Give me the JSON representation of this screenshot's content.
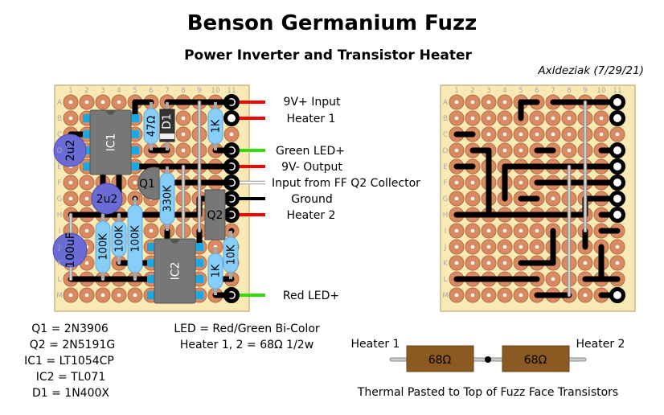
{
  "title": "Benson Germanium Fuzz",
  "subtitle": "Power Inverter and Transistor Heater",
  "author": "Axldeziak (7/29/21)",
  "grid": {
    "columns": [
      "1",
      "2",
      "3",
      "4",
      "5",
      "6",
      "7",
      "8",
      "9",
      "10",
      "11"
    ],
    "rows": [
      "A",
      "B",
      "C",
      "D",
      "E",
      "F",
      "G",
      "H",
      "I",
      "J",
      "K",
      "L",
      "M"
    ]
  },
  "connections": {
    "a": "9V+ Input",
    "b": "Heater 1",
    "d": "Green LED+",
    "e": "9V- Output",
    "f": "Input from FF Q2 Collector",
    "g": "Ground",
    "h": "Heater 2",
    "m": "Red LED+"
  },
  "wire_colors": {
    "red": "#ff0000",
    "green": "#33dd00",
    "white": "#ffffff",
    "black": "#000000"
  },
  "components": {
    "ic1": "IC1",
    "ic2": "IC2",
    "r47": "47Ω",
    "d1": "D1",
    "r1k_top": "1K",
    "c2u2_a": "2u2",
    "c2u2_b": "2u2",
    "c100u": "100uF",
    "q1": "Q1",
    "q2": "Q2",
    "r330k": "330K",
    "r100k_a": "100K",
    "r100k_b": "100K",
    "r100k_c": "100K",
    "r1k_bot": "1K",
    "r10k": "10K"
  },
  "parts_list": [
    "Q1 = 2N3906",
    "Q2 = 2N5191G",
    "IC1 = LT1054CP",
    "IC2 = TL071",
    "D1 = 1N400X"
  ],
  "notes": [
    "LED = Red/Green Bi-Color",
    "Heater 1, 2 = 68Ω 1/2w"
  ],
  "heater": {
    "left_label": "Heater 1",
    "right_label": "Heater 2",
    "r1": "68Ω",
    "r2": "68Ω",
    "caption": "Thermal Pasted to Top of Fuzz Face Transistors"
  },
  "colors": {
    "board": "#f8e9b5",
    "pad": "#d98a60",
    "resistor": "#87cefa",
    "capacitor": "#6b6bd6",
    "ic": "#777777",
    "heater_resistor": "#8b5a22"
  }
}
